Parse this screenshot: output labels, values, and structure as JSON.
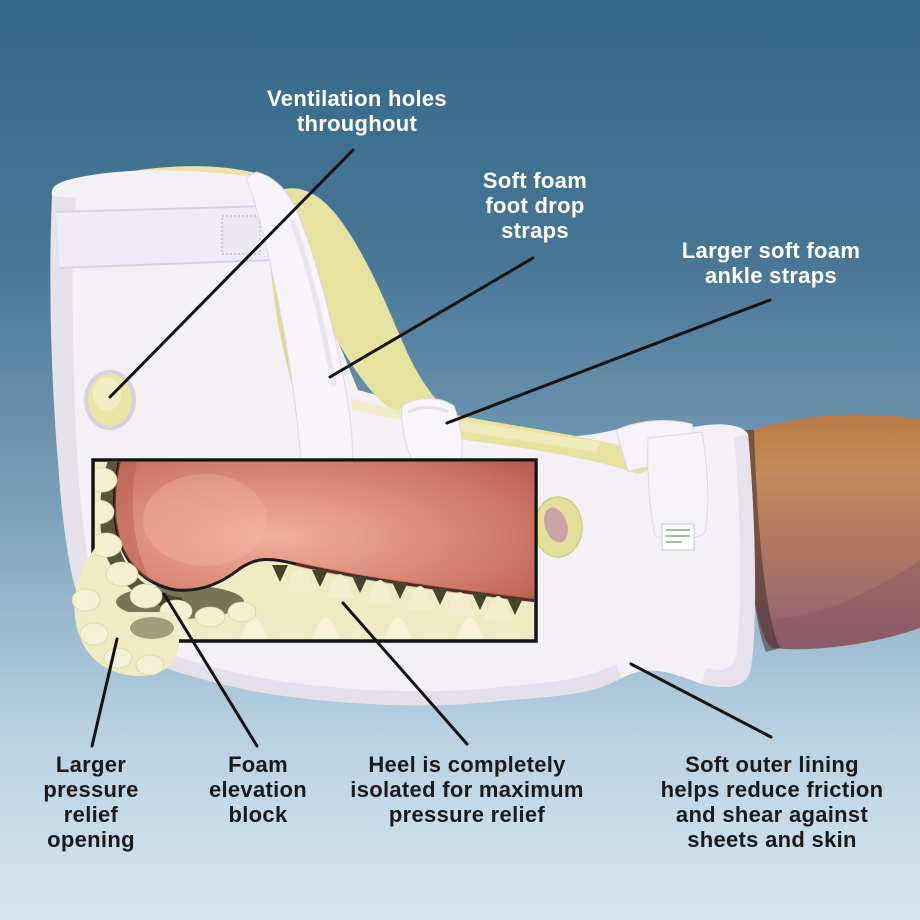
{
  "figure": {
    "kind": "annotated product photo with cutaway inset",
    "subject": "Heel protector boot on a leg; inset cutaway shows heel suspended above convoluted foam"
  },
  "colors": {
    "background_top": "#33698b",
    "background_bottom": "#d7e6f1",
    "label_light": "#ffffff",
    "label_dark": "#1a1a1a",
    "pointer_line": "#131313",
    "boot_white": "#f3f1f6",
    "foam_yellow": "#e6e3a0",
    "inset_foam_cream": "#eeecc4",
    "inset_heel_salmon": "#d98271",
    "skin_tone": "#b4775f"
  },
  "callouts": {
    "ventilation": {
      "text": "Ventilation holes\nthroughout",
      "text_color": "white"
    },
    "foot_drop": {
      "text": "Soft foam\nfoot drop\nstraps",
      "text_color": "white"
    },
    "ankle_straps": {
      "text": "Larger soft foam\nankle straps",
      "text_color": "white"
    },
    "pressure_opening": {
      "text": "Larger\npressure\nrelief\nopening",
      "text_color": "black"
    },
    "foam_block": {
      "text": "Foam\nelevation\nblock",
      "text_color": "black"
    },
    "heel_isolated": {
      "text": "Heel is completely\nisolated for maximum\npressure relief",
      "text_color": "black"
    },
    "outer_lining": {
      "text": "Soft outer lining\nhelps reduce friction\nand shear against\nsheets and skin",
      "text_color": "black"
    }
  }
}
